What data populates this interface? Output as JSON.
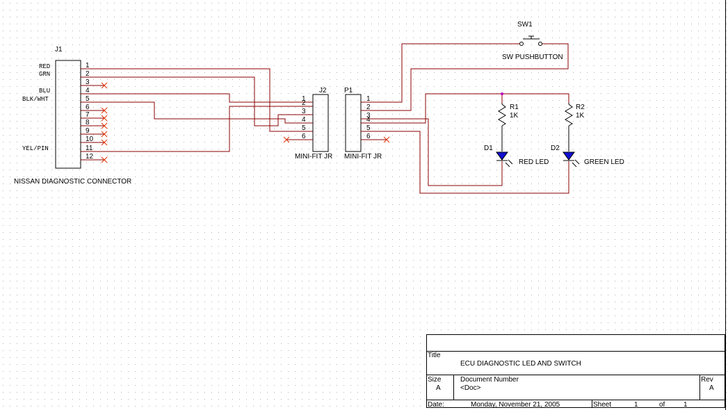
{
  "colors": {
    "wire": "#8b0000",
    "no_connect": "#e03000",
    "led_fill": "#1010d0",
    "junction": "#c000c0",
    "grid_dot": "#b0b0b0"
  },
  "j1": {
    "ref": "J1",
    "name": "NISSAN DIAGNOSTIC CONNECTOR",
    "pins": [
      "1",
      "2",
      "3",
      "4",
      "5",
      "6",
      "7",
      "8",
      "9",
      "10",
      "11",
      "12"
    ],
    "wire_labels": {
      "red": "RED",
      "grn": "GRN",
      "blu": "BLU",
      "blk_wht": "BLK/WHT",
      "yel_pin": "YEL/PIN"
    }
  },
  "j2": {
    "ref": "J2",
    "name": "MINI-FIT JR",
    "pins": [
      "1",
      "2",
      "3",
      "4",
      "5",
      "6"
    ]
  },
  "p1": {
    "ref": "P1",
    "name": "MINI-FIT JR",
    "pins": [
      "1",
      "2",
      "3",
      "4",
      "5",
      "6"
    ]
  },
  "sw1": {
    "ref": "SW1",
    "name": "SW PUSHBUTTON"
  },
  "r1": {
    "ref": "R1",
    "value": "1K"
  },
  "r2": {
    "ref": "R2",
    "value": "1K"
  },
  "d1": {
    "ref": "D1",
    "name": "RED LED"
  },
  "d2": {
    "ref": "D2",
    "name": "GREEN LED"
  },
  "title_block": {
    "title_label": "Title",
    "title": "ECU DIAGNOSTIC LED AND SWITCH",
    "size_label": "Size",
    "size": "A",
    "doc_label": "Document Number",
    "doc": "<Doc>",
    "rev_label": "Rev",
    "rev": "A",
    "date_label": "Date:",
    "date": "Monday, November 21, 2005",
    "sheet_label": "Sheet",
    "sheet": "1",
    "of_label": "of",
    "sheet_total": "1"
  }
}
